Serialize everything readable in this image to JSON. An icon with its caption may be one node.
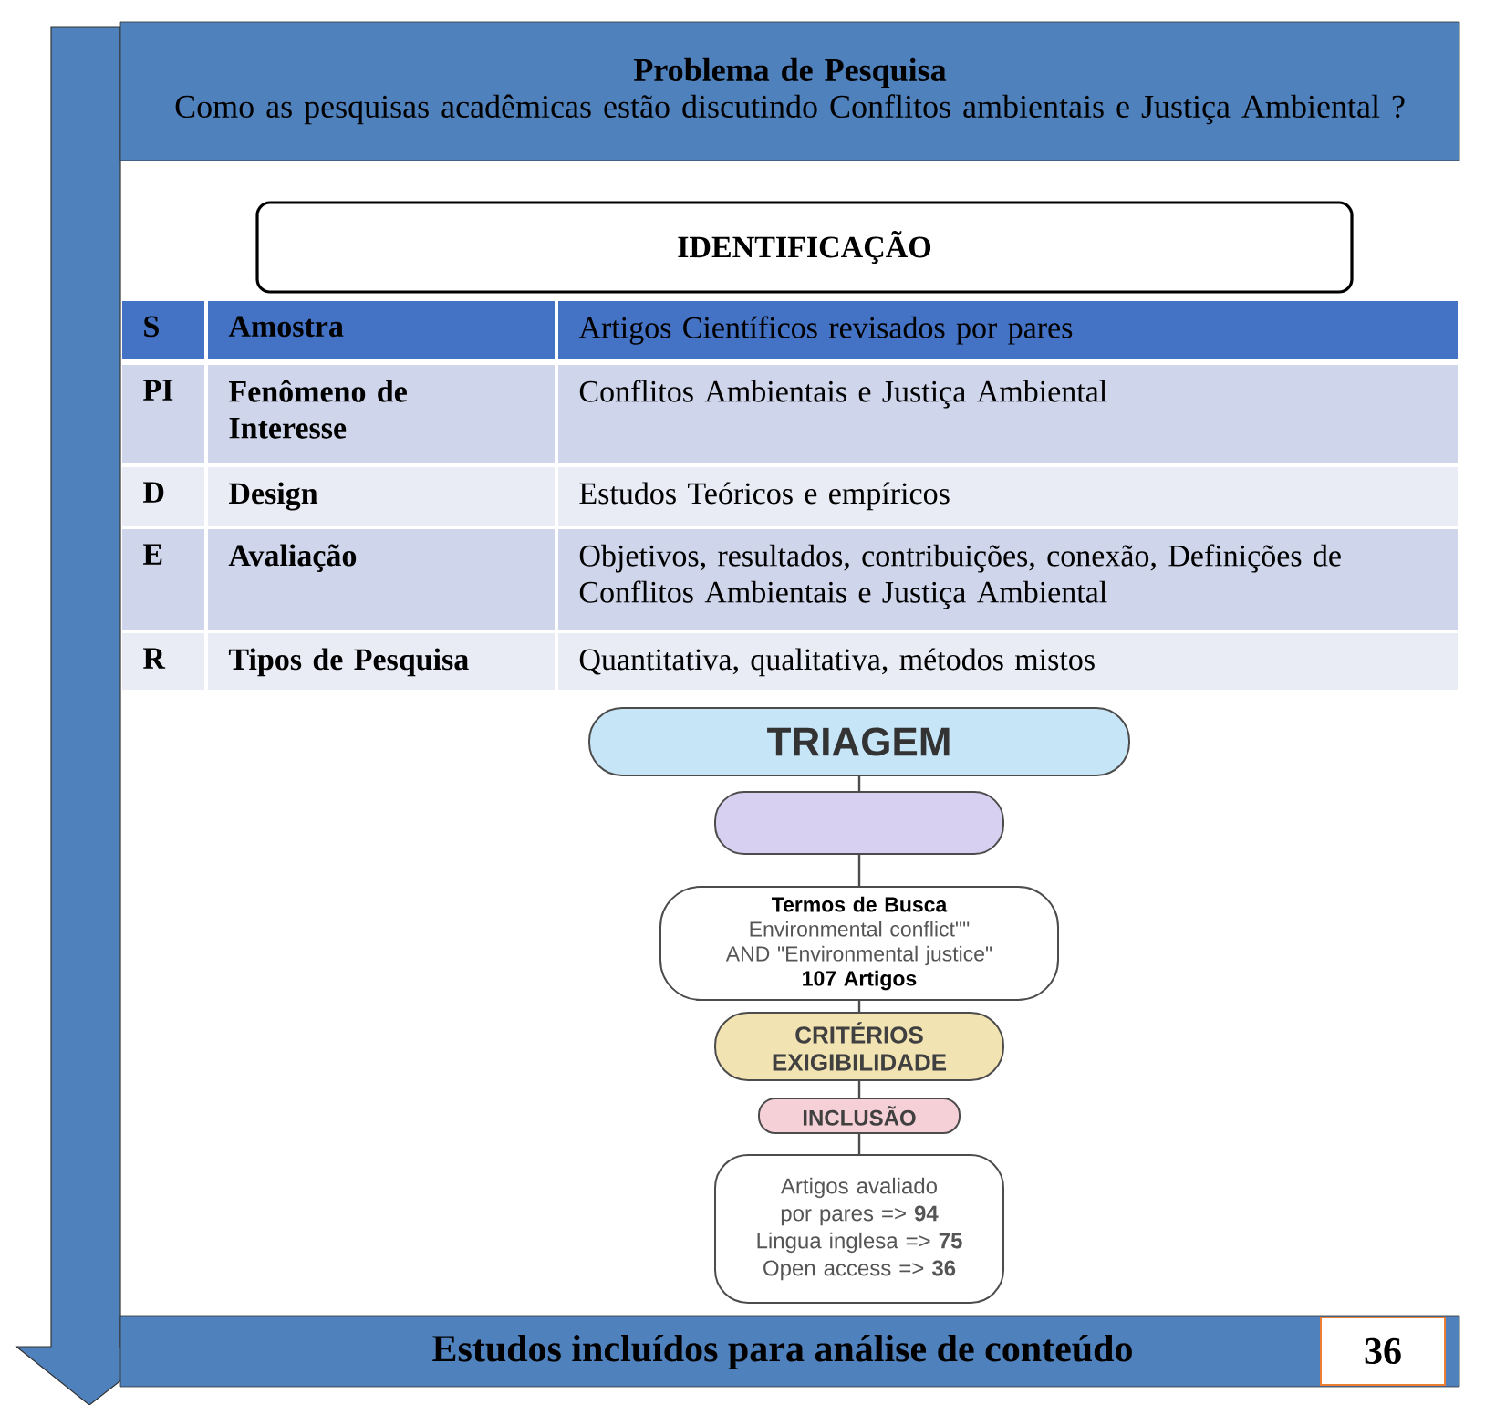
{
  "diagram": {
    "nodes": [
      {
        "text": [
          "Problema de Pesquisa",
          "Como as pesquisas acadêmicas estão discutindo Conflitos ambientais e Justiça Ambiental ?"
        ]
      },
      {
        "text": [
          "IDENTIFICAÇÃO"
        ]
      },
      {
        "text": [
          "TRIAGEM"
        ]
      },
      {
        "text": [],
        "shape": "box"
      },
      {
        "text": [
          "Termos de Busca",
          "Environmental conflict\"\" AND \"Environmental justice\"",
          "107 Artigos"
        ]
      },
      {
        "text": [
          "CRITÉRIOS EXIGIBILIDADE"
        ]
      },
      {
        "text": [
          "INCLUSÃO"
        ]
      },
      {
        "text": [
          "Artigos avaliado por pares => **94**",
          "Lingua inglesa => **75**",
          "Open access => **36**"
        ]
      },
      {
        "text": [
          "Estudos incluídos para análise de conteúdo"
        ]
      },
      {
        "text": [
          "36"
        ],
        "in": 8
      }
    ],
    "edges": [
      {
        "from": 2,
        "to": 3,
        "arrow": "none"
      },
      {
        "from": 3,
        "to": 4,
        "arrow": "none"
      },
      {
        "from": 4,
        "to": 5,
        "arrow": "none"
      },
      {
        "from": 5,
        "to": 6,
        "arrow": "none"
      },
      {
        "from": 6,
        "to": 7,
        "arrow": "none"
      }
    ],
    "labels": [
      "S",
      "Amostra",
      "Artigos Científicos revisados por pares",
      "PI",
      "Fenômeno de Interesse",
      "Conflitos Ambientais e Justiça Ambiental",
      "D",
      "Design",
      "Estudos Teóricos e empíricos",
      "E",
      "Avaliação",
      "Objetivos, resultados, contribuições, conexão, Definições de Conflitos Ambientais e Justiça Ambiental",
      "R",
      "Tipos de Pesquisa",
      "Quantitativa, qualitativa, métodos mistos"
    ]
  }
}
